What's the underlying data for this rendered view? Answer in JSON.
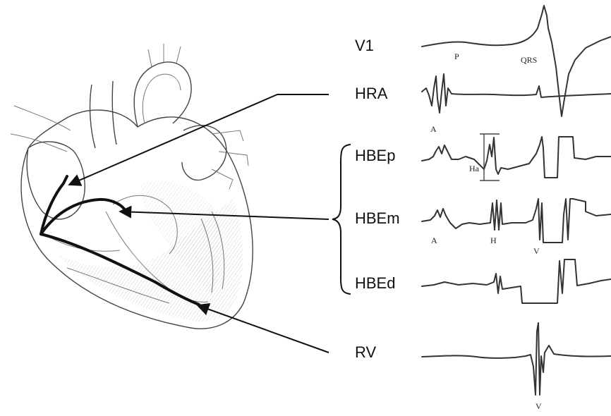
{
  "leads": {
    "v1": "V1",
    "hra": "HRA",
    "hbep": "HBEp",
    "hbem": "HBEm",
    "hbed": "HBEd",
    "rv": "RV"
  },
  "wave_labels": {
    "p": "P",
    "qrs": "QRS",
    "a_hra": "A",
    "ha": "Ha",
    "a_hbem": "A",
    "h_hbem": "H",
    "v_hbem": "V",
    "v_rv": "V"
  }
}
